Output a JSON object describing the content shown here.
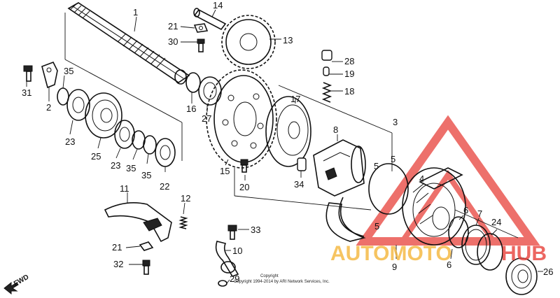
{
  "callouts": [
    "1",
    "14",
    "21",
    "30",
    "13",
    "28",
    "19",
    "18",
    "31",
    "35",
    "2",
    "16",
    "27",
    "17",
    "3",
    "8",
    "23",
    "25",
    "23",
    "35",
    "35",
    "22",
    "15",
    "20",
    "34",
    "5",
    "5",
    "4",
    "6",
    "7",
    "24",
    "5",
    "9",
    "6",
    "11",
    "12",
    "33",
    "21",
    "10",
    "32",
    "29",
    "26"
  ],
  "copyright": {
    "line1": "Copyright",
    "line2": "Copyright 1994-2014 by ARI Network Services, Inc."
  },
  "fwd_label": "FWD",
  "watermark": {
    "brand_a": "AUTOMOTO",
    "brand_b": "HUB"
  },
  "colors": {
    "watermark_red": "#e8413a",
    "watermark_orange": "#f5b63a",
    "ink": "#111111"
  }
}
